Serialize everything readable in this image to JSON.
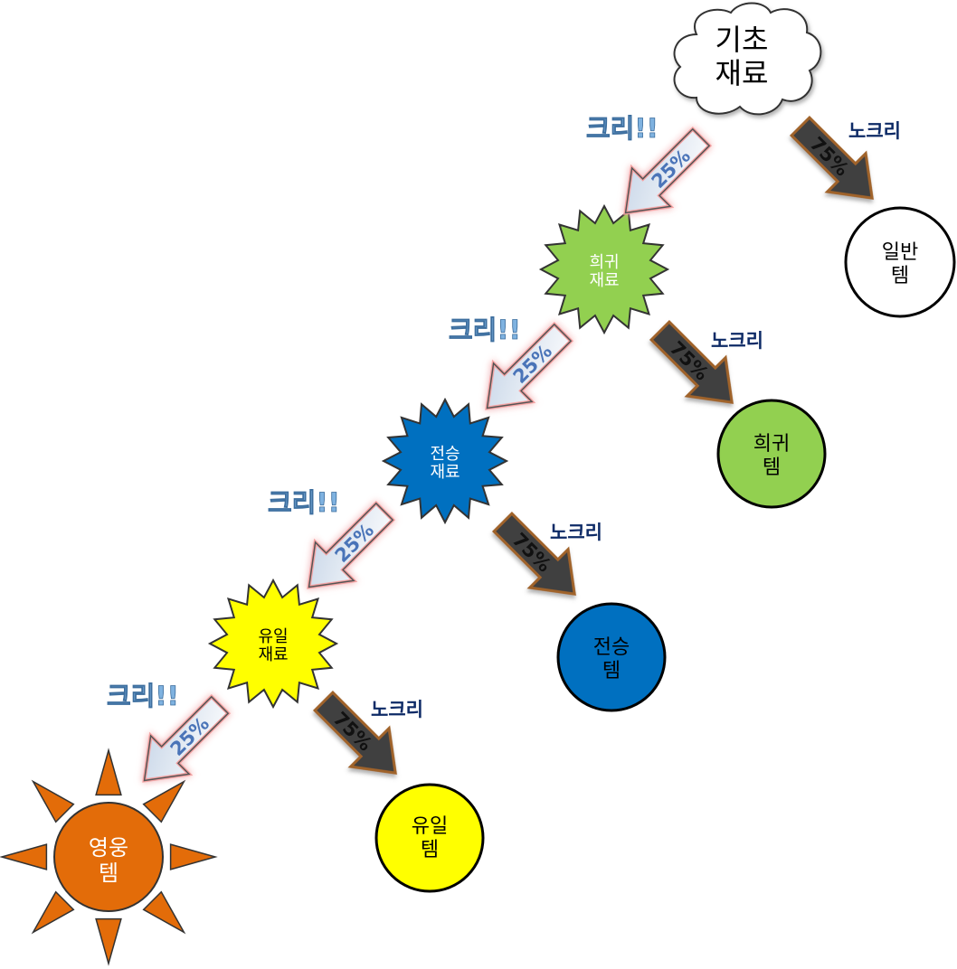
{
  "nodes": {
    "base": {
      "line1": "기초",
      "line2": "재료"
    },
    "rare": {
      "line1": "희귀",
      "line2": "재료",
      "color": "#92d050"
    },
    "legendary": {
      "line1": "전승",
      "line2": "재료",
      "color": "#0070c0"
    },
    "unique": {
      "line1": "유일",
      "line2": "재료",
      "color": "#ffff00"
    },
    "hero_item": {
      "line1": "영웅",
      "line2": "템",
      "color": "#e36c09"
    },
    "normal_item": {
      "line1": "일반",
      "line2": "템",
      "color": "#ffffff"
    },
    "rare_item": {
      "line1": "희귀",
      "line2": "템",
      "color": "#92d050"
    },
    "legendary_item": {
      "line1": "전승",
      "line2": "템",
      "color": "#0070c0"
    },
    "unique_item": {
      "line1": "유일",
      "line2": "템",
      "color": "#ffff00"
    }
  },
  "crit": {
    "label": "크리!!",
    "rate": "25%"
  },
  "nocrit": {
    "label": "노크리",
    "rate": "75%"
  },
  "colors": {
    "crit_arrow": "#d9e6f5",
    "crit_glow": "#f08080",
    "nocrit_arrow": "#404040",
    "nocrit_border": "#a0642a"
  }
}
